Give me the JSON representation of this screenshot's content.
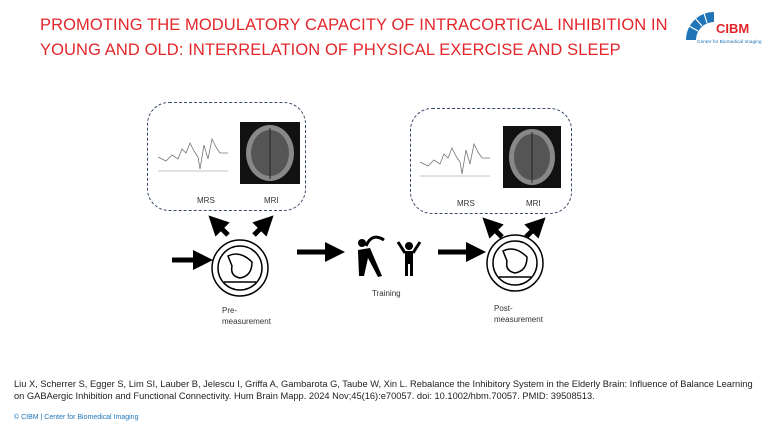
{
  "title": {
    "line1": "PROMOTING THE MODULATORY CAPACITY OF INTRACORTICAL INHIBITION IN",
    "line2": "YOUNG AND OLD: INTERRELATION OF PHYSICAL EXERCISE AND SLEEP"
  },
  "logo": {
    "name": "CIBM",
    "subtitle": "Center for Biomedical Imaging"
  },
  "colors": {
    "title": "#e3262a",
    "brand": "#1f75b8"
  },
  "diagram": {
    "pre": {
      "mrs": "MRS",
      "mri": "MRI",
      "label1": "Pre-",
      "label2": "measurement"
    },
    "training": "Training",
    "post": {
      "mrs": "MRS",
      "mri": "MRI",
      "label1": "Post-",
      "label2": "measurement"
    }
  },
  "citation": "Liu X, Scherrer S, Egger S, Lim SI, Lauber B, Jelescu I, Griffa A, Gambarota G, Taube W, Xin L. Rebalance the Inhibitory System in the Elderly Brain: Influence of Balance Learning on GABAergic Inhibition and Functional Connectivity. Hum Brain Mapp. 2024 Nov;45(16):e70057. doi: 10.1002/hbm.70057. PMID: 39508513.",
  "footer": "© CIBM | Center for Biomedical Imaging"
}
